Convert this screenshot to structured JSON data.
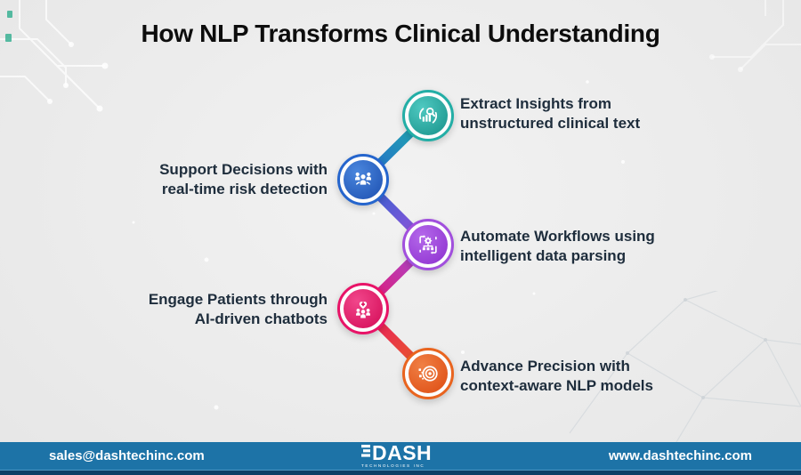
{
  "page": {
    "background_color": "#ebebeb",
    "title_color": "#0d0d0d",
    "text_color": "#1e2d3c"
  },
  "title": "How NLP Transforms Clinical Understanding",
  "timeline": {
    "items": [
      {
        "name": "extract-insights",
        "icon": "magnifier-chart-icon",
        "side": "right",
        "color": "#1ba8a0",
        "lines": [
          "Extract Insights from",
          "unstructured clinical text"
        ]
      },
      {
        "name": "support-decisions",
        "icon": "team-check-icon",
        "side": "left",
        "color": "#2565cd",
        "lines": [
          "Support Decisions with",
          "real-time risk detection"
        ]
      },
      {
        "name": "automate-workflows",
        "icon": "workflow-gear-icon",
        "side": "right",
        "color": "#a14fdd",
        "lines": [
          "Automate Workflows using",
          "intelligent data parsing"
        ]
      },
      {
        "name": "engage-patients",
        "icon": "heart-patients-icon",
        "side": "left",
        "color": "#e81367",
        "lines": [
          "Engage Patients through",
          "AI-driven chatbots"
        ]
      },
      {
        "name": "advance-precision",
        "icon": "target-speed-icon",
        "side": "right",
        "color": "#e9641f",
        "lines": [
          "Advance Precision with",
          "context-aware NLP models"
        ]
      }
    ]
  },
  "footer": {
    "email": "sales@dashtechinc.com",
    "website": "www.dashtechinc.com",
    "logo_text": "DASH",
    "logo_subtext": "TECHNOLOGIES INC",
    "bar_color": "#1d73a7",
    "stripe_color": "#0d3e66"
  }
}
